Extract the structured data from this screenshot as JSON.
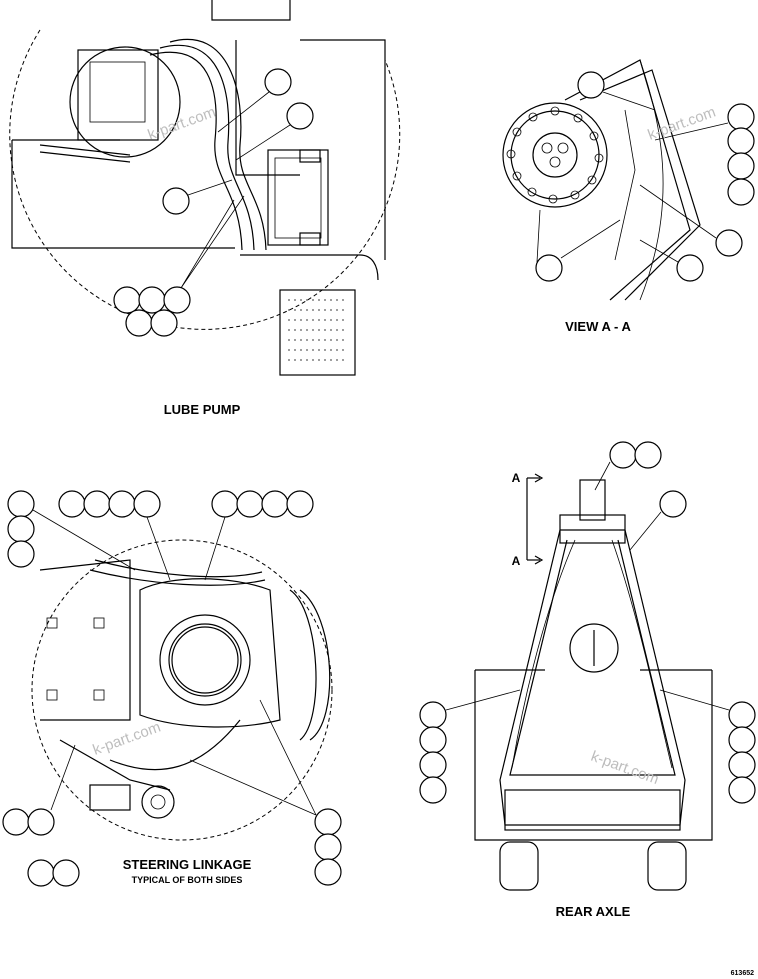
{
  "views": {
    "lube_pump": {
      "title": "LUBE PUMP"
    },
    "view_aa": {
      "title": "VIEW A - A"
    },
    "steering": {
      "title": "STEERING LINKAGE",
      "subtitle": "TYPICAL OF BOTH SIDES"
    },
    "rear_axle": {
      "title": "REAR AXLE",
      "section_marker_top": "A",
      "section_marker_bottom": "A"
    }
  },
  "watermark": "k-part.com",
  "drawing_number": "613652"
}
